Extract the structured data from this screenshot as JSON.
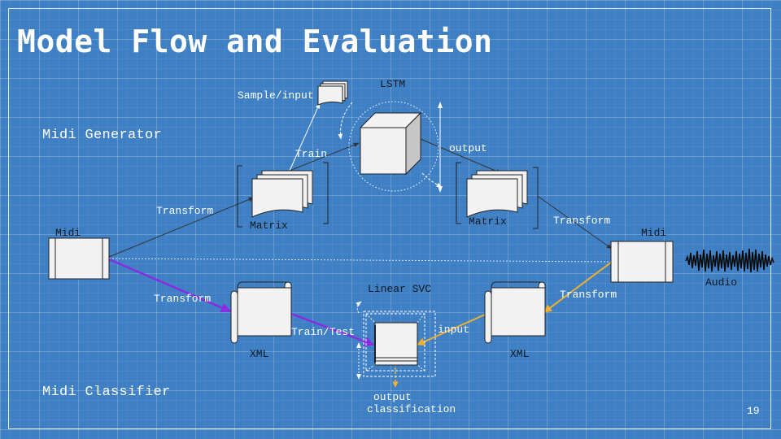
{
  "slide": {
    "title": "Model Flow and Evaluation",
    "page_number": "19"
  },
  "sections": {
    "generator": "Midi Generator",
    "classifier": "Midi Classifier"
  },
  "nodes": {
    "midi_left": "Midi",
    "matrix_left": "Matrix",
    "lstm": "LSTM",
    "sample_input": "Sample/input",
    "matrix_right": "Matrix",
    "midi_right": "Midi",
    "audio": "Audio",
    "xml_left": "XML",
    "linear_svc": "Linear SVC",
    "xml_right": "XML",
    "output_line1": "output",
    "output_line2": "classification"
  },
  "edges": {
    "transform_top_left": "Transform",
    "train": "Train",
    "output": "output",
    "transform_top_right": "Transform",
    "transform_bottom_left": "Transform",
    "train_test": "Train/Test",
    "input": "input",
    "transform_bottom_right": "Transform"
  },
  "colors": {
    "background": "#3f80c5",
    "purple_arrow": "#8a2be2",
    "orange_arrow": "#f0b030",
    "dark_arrow": "#333333",
    "box_fill": "#f2f2f2"
  }
}
